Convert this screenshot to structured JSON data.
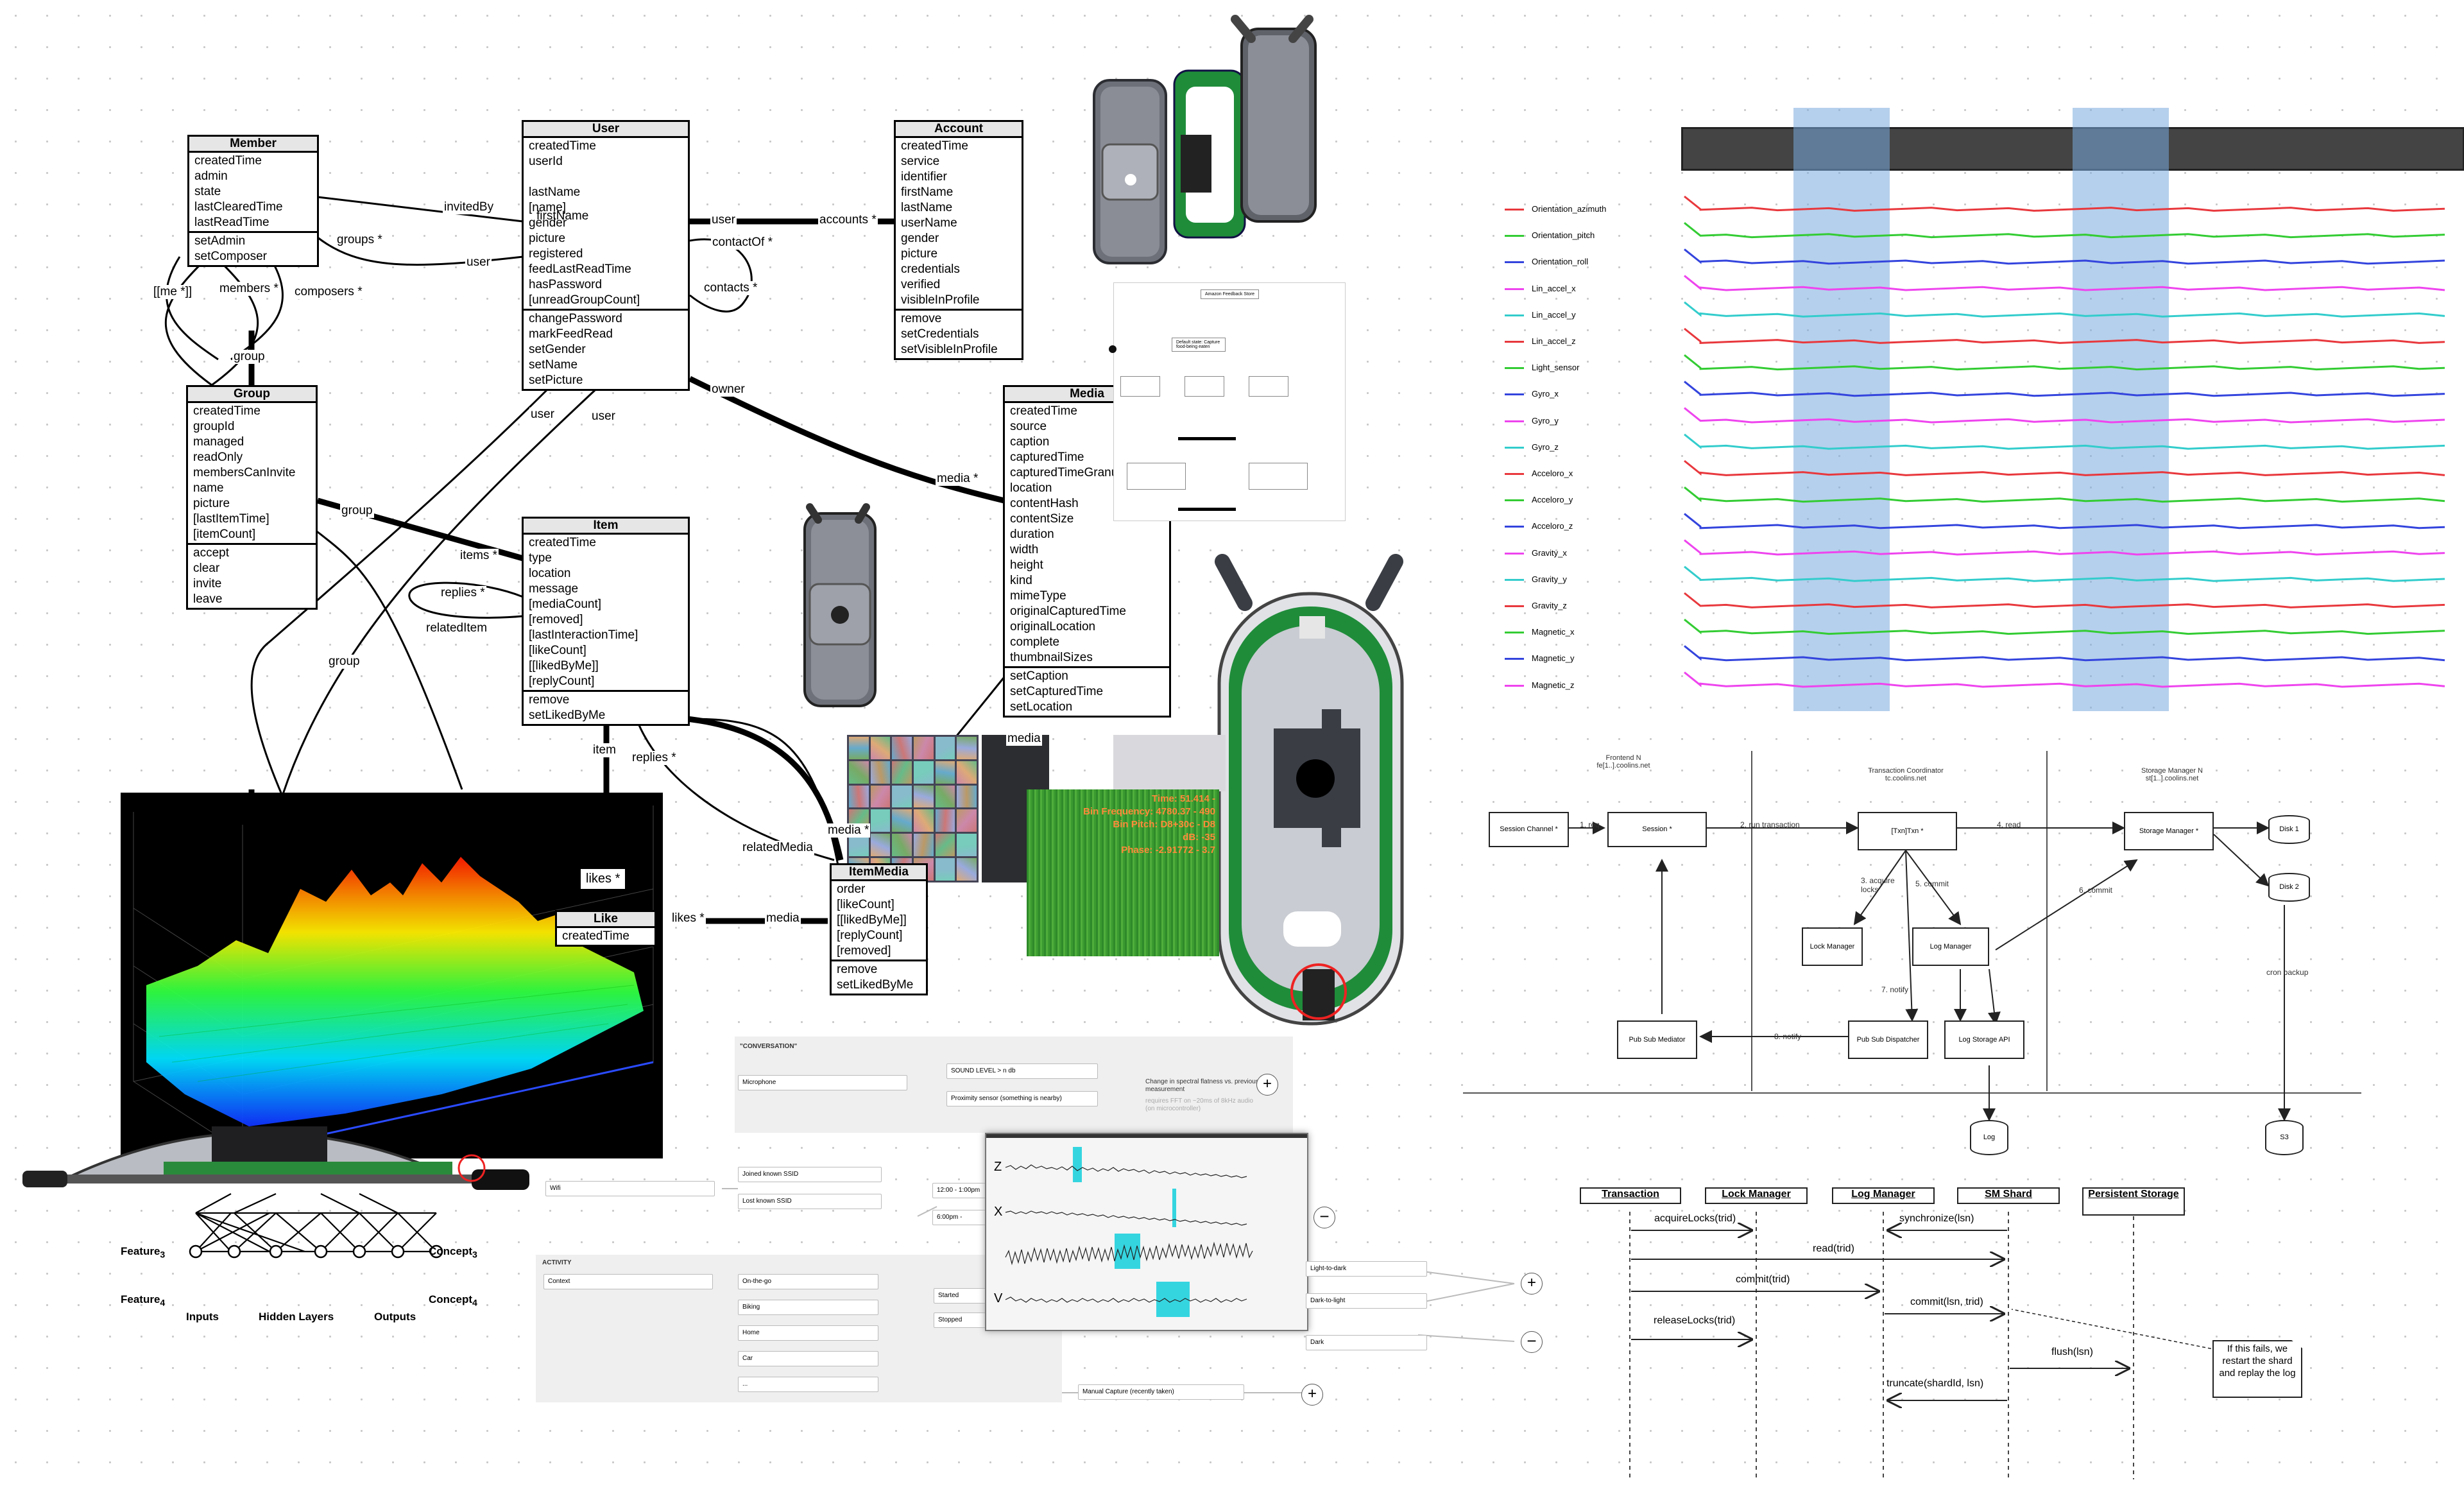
{
  "classes": {
    "member": {
      "title": "Member",
      "attrs": [
        "createdTime",
        "admin",
        "state",
        "lastClearedTime",
        "lastReadTime"
      ],
      "ops": [
        "setAdmin",
        "setComposer"
      ]
    },
    "user": {
      "title": "User",
      "attrs": [
        "createdTime",
        "userId",
        "",
        "lastName",
        "[name]",
        "firstName",
        "gender",
        "picture",
        "registered",
        "feedLastReadTime",
        "hasPassword",
        "[unreadGroupCount]"
      ],
      "ops": [
        "changePassword",
        "markFeedRead",
        "setGender",
        "setName",
        "setPicture"
      ]
    },
    "account": {
      "title": "Account",
      "attrs": [
        "createdTime",
        "service",
        "identifier",
        "firstName",
        "lastName",
        "userName",
        "gender",
        "picture",
        "credentials",
        "verified",
        "visibleInProfile"
      ],
      "ops": [
        "remove",
        "setCredentials",
        "setVisibleInProfile"
      ]
    },
    "group": {
      "title": "Group",
      "attrs": [
        "createdTime",
        "groupId",
        "managed",
        "readOnly",
        "membersCanInvite",
        "name",
        "picture",
        "[lastItemTime]",
        "[itemCount]"
      ],
      "ops": [
        "accept",
        "clear",
        "invite",
        "leave"
      ]
    },
    "item": {
      "title": "Item",
      "attrs": [
        "createdTime",
        "type",
        "location",
        "message",
        "[mediaCount]",
        "[removed]",
        "[lastInteractionTime]",
        "[likeCount]",
        "[[likedByMe]]",
        "[replyCount]"
      ],
      "ops": [
        "remove",
        "setLikedByMe"
      ]
    },
    "media": {
      "title": "Media",
      "attrs": [
        "createdTime",
        "source",
        "caption",
        "capturedTime",
        "capturedTimeGranularity",
        "location",
        "contentHash",
        "contentSize",
        "duration",
        "width",
        "height",
        "kind",
        "mimeType",
        "originalCapturedTime",
        "originalLocation",
        "complete",
        "thumbnailSizes"
      ],
      "ops": [
        "setCaption",
        "setCapturedTime",
        "setLocation"
      ]
    },
    "itemmedia": {
      "title": "ItemMedia",
      "attrs": [
        "order",
        "[likeCount]",
        "[[likedByMe]]",
        "[replyCount]",
        "[removed]"
      ],
      "ops": [
        "remove",
        "setLikedByMe"
      ]
    },
    "like": {
      "title": "Like",
      "attrs": [
        "createdTime"
      ]
    }
  },
  "relations": {
    "invitedBy": "invitedBy",
    "groups": "groups *",
    "user1": "user",
    "members": "members *",
    "composers": "composers *",
    "me": "[[me *]]",
    "group1": "group",
    "user_acc": "user",
    "accounts": "accounts *",
    "contactOf": "contactOf *",
    "contacts": "contacts *",
    "owner": "owner",
    "media1": "media *",
    "user2": "user",
    "user3": "user",
    "group2": "group",
    "items": "items *",
    "replies1": "replies *",
    "relatedItem": "relatedItem",
    "group3": "group",
    "item1": "item",
    "replies2": "replies *",
    "relatedMedia": "relatedMedia",
    "media2": "media *",
    "media3": "media",
    "likes1": "likes *",
    "likes2": "likes *",
    "media4": "media"
  },
  "spectrum_readout": {
    "time": "Time: 51.414 -",
    "bin_freq": "Bin Frequency: 4780.37 - 490",
    "bin_pitch": "Bin Pitch: D8+30c - D8",
    "db": "dB: -35",
    "phase": "Phase: -2.91772 - 3.7"
  },
  "neural_net": {
    "feature3": "Feature",
    "feature3_sub": "3",
    "feature4": "Feature",
    "feature4_sub": "4",
    "concept3": "Concept",
    "concept3_sub": "3",
    "concept4": "Concept",
    "concept4_sub": "4",
    "inputs": "Inputs",
    "hidden": "Hidden Layers",
    "outputs": "Outputs"
  },
  "sensor_legend": [
    "Orientation_azimuth",
    "Orientation_pitch",
    "Orientation_roll",
    "Lin_accel_x",
    "Lin_accel_y",
    "Lin_accel_z",
    "Light_sensor",
    "Gyro_x",
    "Gyro_y",
    "Gyro_z",
    "Acceloro_x",
    "Acceloro_y",
    "Acceloro_z",
    "Gravity_x",
    "Gravity_y",
    "Gravity_z",
    "Magnetic_x",
    "Magnetic_y",
    "Magnetic_z"
  ],
  "sensor_colors": [
    "#e8383d",
    "#33cc33",
    "#3344dd",
    "#ee44ee",
    "#33cccc",
    "#e8383d",
    "#33cc33",
    "#3344dd",
    "#ee44ee",
    "#33cccc",
    "#e8383d",
    "#33cc33",
    "#3344dd",
    "#ee44ee",
    "#33cccc",
    "#e8383d",
    "#33cc33",
    "#3344dd",
    "#ee44ee"
  ],
  "arch": {
    "frontend": "Frontend N",
    "frontend_host": "fe[1..].coolins.net",
    "coord": "Transaction Coordinator",
    "coord_host": "tc.coolins.net",
    "storage": "Storage Manager N",
    "storage_host": "st[1..].coolins.net",
    "session_channel": "Session Channel *",
    "session": "Session *",
    "txn": "[Txn]Txn *",
    "storage_mgr": "Storage Manager *",
    "lock_mgr": "Lock Manager",
    "log_mgr": "Log Manager",
    "pubsub_med": "Pub Sub Mediator",
    "pubsub_disp": "Pub Sub Dispatcher",
    "log_storage": "Log Storage API",
    "disk1": "Disk 1",
    "disk2": "Disk 2",
    "log": "Log",
    "s3": "S3",
    "m1": "1. req",
    "m2": "2. run transaction",
    "m3": "3. acquire locks",
    "m4": "4. read",
    "m5": "5. commit",
    "m6": "6. commit",
    "m7": "7. notify",
    "m8": "8. notify",
    "cron": "cron backup"
  },
  "sequence": {
    "lanes": [
      "Transaction",
      "Lock Manager",
      "Log Manager",
      "SM Shard",
      "Persistent Storage"
    ],
    "msgs": [
      "acquireLocks(trid)",
      "synchronize(lsn)",
      "read(trid)",
      "commit(trid)",
      "commit(lsn, trid)",
      "releaseLocks(trid)",
      "flush(lsn)",
      "truncate(shardId, lsn)"
    ],
    "note": "If this fails, we restart the shard and replay the log"
  },
  "flow": {
    "conversation_title": "\"CONVERSATION\"",
    "microphone": "Microphone",
    "sound_level": "SOUND LEVEL > n db",
    "proximity": "Proximity sensor (something is nearby)",
    "spectral": "Change in spectral flatness vs. previous measurement",
    "spectral_note": "requires FFT on ~20ms of 8kHz audio (on microcontroller)",
    "wifi": "Wifi",
    "joined_ssid": "Joined known SSID",
    "lost_ssid": "Lost known SSID",
    "time1": "12:00 - 1:00pm",
    "time2": "6:00pm -",
    "activity_title": "ACTIVITY",
    "context": "Context",
    "on_the_go": "On-the-go",
    "biking": "Biking",
    "home": "Home",
    "car": "Car",
    "ellipsis": "...",
    "started": "Started",
    "stopped": "Stopped",
    "light_dark": "Light-to-dark",
    "dark_light": "Dark-to-light",
    "dark": "Dark",
    "manual": "Manual Capture (recently taken)"
  },
  "seismo": {
    "z": "Z",
    "x": "X",
    "v": "V"
  },
  "flowchart_thumb": {
    "t1": "Amazon Feedback Store",
    "t2": "Default state: Capture food-being eaten"
  }
}
